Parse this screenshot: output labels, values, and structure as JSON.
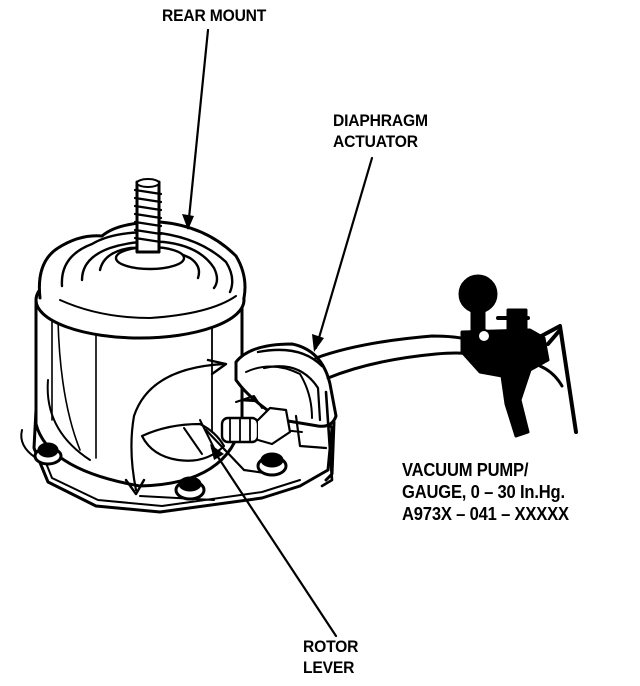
{
  "labels": {
    "rear_mount": "REAR MOUNT",
    "diaphragm_line1": "DIAPHRAGM",
    "diaphragm_line2": "ACTUATOR",
    "vacuum_line1": "VACUUM PUMP/",
    "vacuum_line2": "GAUGE, 0 – 30 In.Hg.",
    "vacuum_line3": "A973X – 041 – XXXXX",
    "rotor_line1": "ROTOR",
    "rotor_line2": "LEVER"
  },
  "colors": {
    "ink": "#000000",
    "paper": "#ffffff"
  }
}
